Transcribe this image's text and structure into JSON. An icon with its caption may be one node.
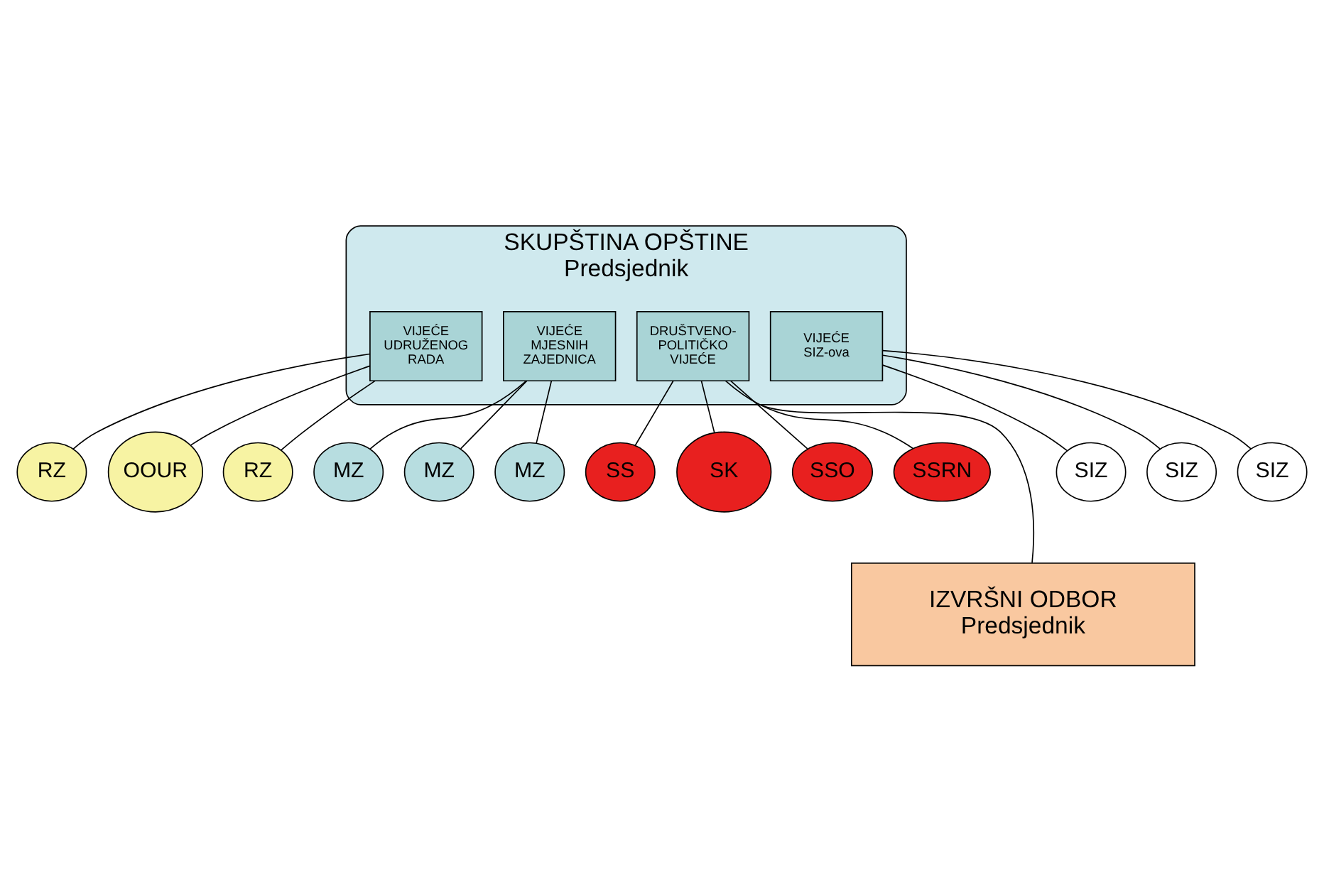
{
  "diagram": {
    "nodes": [
      {
        "text": [
          "SKUPŠTINA OPŠTINE",
          "Predsjednik"
        ]
      },
      {
        "text": [
          "VIJEĆE UDRUŽENOG RADA"
        ],
        "in": 0
      },
      {
        "text": [
          "VIJEĆE MJESNIH ZAJEDNICA"
        ],
        "in": 0
      },
      {
        "text": [
          "DRUŠTVENO- POLITIČKO VIJEĆE"
        ],
        "in": 0
      },
      {
        "text": [
          "VIJEĆE SIZ-ova"
        ],
        "in": 0
      },
      {
        "text": [
          "RZ"
        ]
      },
      {
        "text": [
          "OOUR"
        ]
      },
      {
        "text": [
          "RZ"
        ]
      },
      {
        "text": [
          "MZ"
        ]
      },
      {
        "text": [
          "MZ"
        ]
      },
      {
        "text": [
          "MZ"
        ]
      },
      {
        "text": [
          "SS"
        ]
      },
      {
        "text": [
          "SK"
        ]
      },
      {
        "text": [
          "SSO"
        ]
      },
      {
        "text": [
          "SSRN"
        ]
      },
      {
        "text": [
          "SIZ"
        ]
      },
      {
        "text": [
          "SIZ"
        ]
      },
      {
        "text": [
          "SIZ"
        ]
      },
      {
        "text": [
          "IZVRŠNI ODBOR",
          "Predsjednik"
        ]
      }
    ],
    "edges": [
      {
        "from": 1,
        "to": 5,
        "arrow": "none"
      },
      {
        "from": 1,
        "to": 6,
        "arrow": "none"
      },
      {
        "from": 1,
        "to": 7,
        "arrow": "none"
      },
      {
        "from": 2,
        "to": 8,
        "arrow": "none"
      },
      {
        "from": 2,
        "to": 9,
        "arrow": "none"
      },
      {
        "from": 2,
        "to": 10,
        "arrow": "none"
      },
      {
        "from": 3,
        "to": 11,
        "arrow": "none"
      },
      {
        "from": 3,
        "to": 12,
        "arrow": "none"
      },
      {
        "from": 3,
        "to": 13,
        "arrow": "none"
      },
      {
        "from": 3,
        "to": 14,
        "arrow": "none"
      },
      {
        "from": 4,
        "to": 15,
        "arrow": "none"
      },
      {
        "from": 4,
        "to": 16,
        "arrow": "none"
      },
      {
        "from": 4,
        "to": 17,
        "arrow": "none"
      },
      {
        "from": 0,
        "to": 18,
        "arrow": "none"
      }
    ]
  }
}
